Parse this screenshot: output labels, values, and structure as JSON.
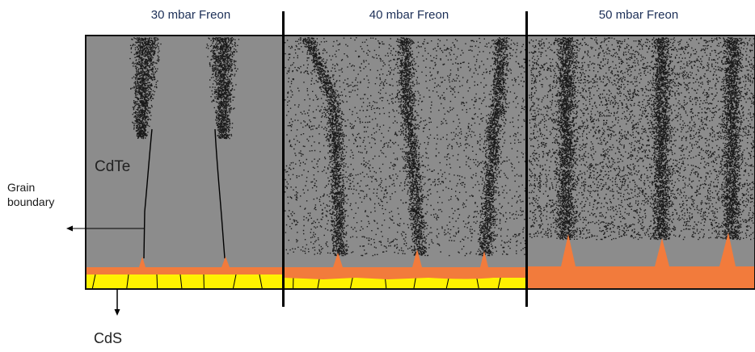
{
  "panels": [
    {
      "title": "30 mbar Freon"
    },
    {
      "title": "40 mbar Freon"
    },
    {
      "title": "50 mbar Freon"
    }
  ],
  "labels": {
    "cdte": "CdTe",
    "grain_boundary_line1": "Grain",
    "grain_boundary_line2": "boundary",
    "cds": "CdS"
  },
  "colors": {
    "cdte_gray": "#8c8c8c",
    "cds_yellow": "#fff200",
    "interlayer_orange": "#f27b3c",
    "speckle": "#1a1a1a",
    "divider": "#000000",
    "title_text": "#1c2f57"
  }
}
